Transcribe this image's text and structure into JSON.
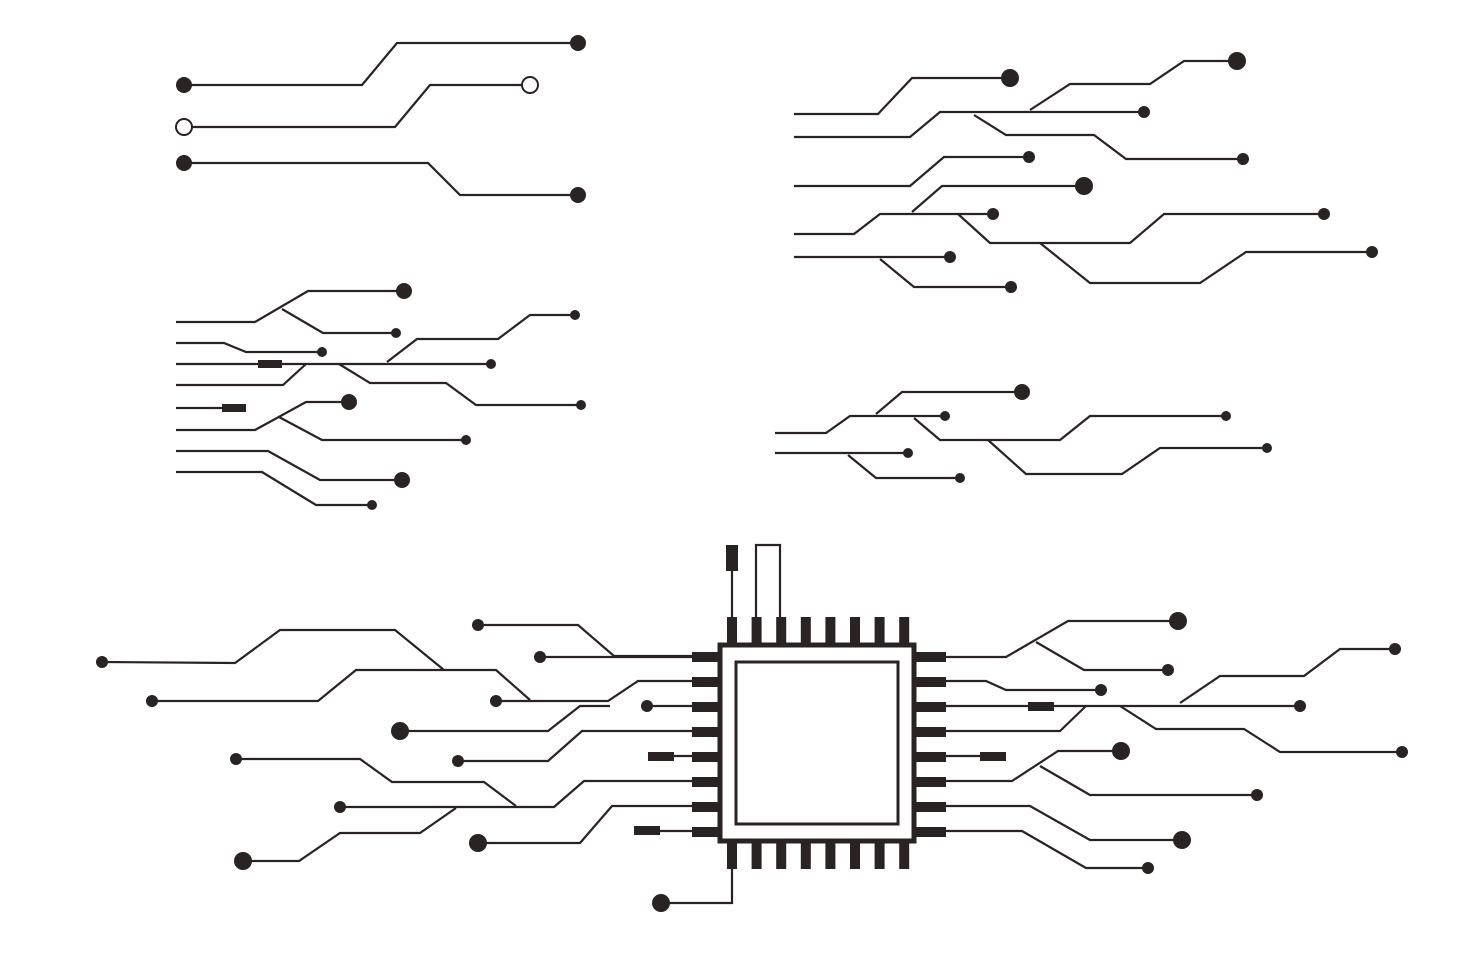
{
  "colors": {
    "background": "#ffffff",
    "trace": "#2a2323"
  },
  "groups": [
    "three-line-circuit",
    "branching-circuit-left",
    "branching-circuit-top-right",
    "branching-circuit-middle-right",
    "microchip-circuit"
  ],
  "icons": {
    "chip": "microchip-icon",
    "pad": "solder-pad-icon",
    "resistor": "resistor-icon"
  }
}
